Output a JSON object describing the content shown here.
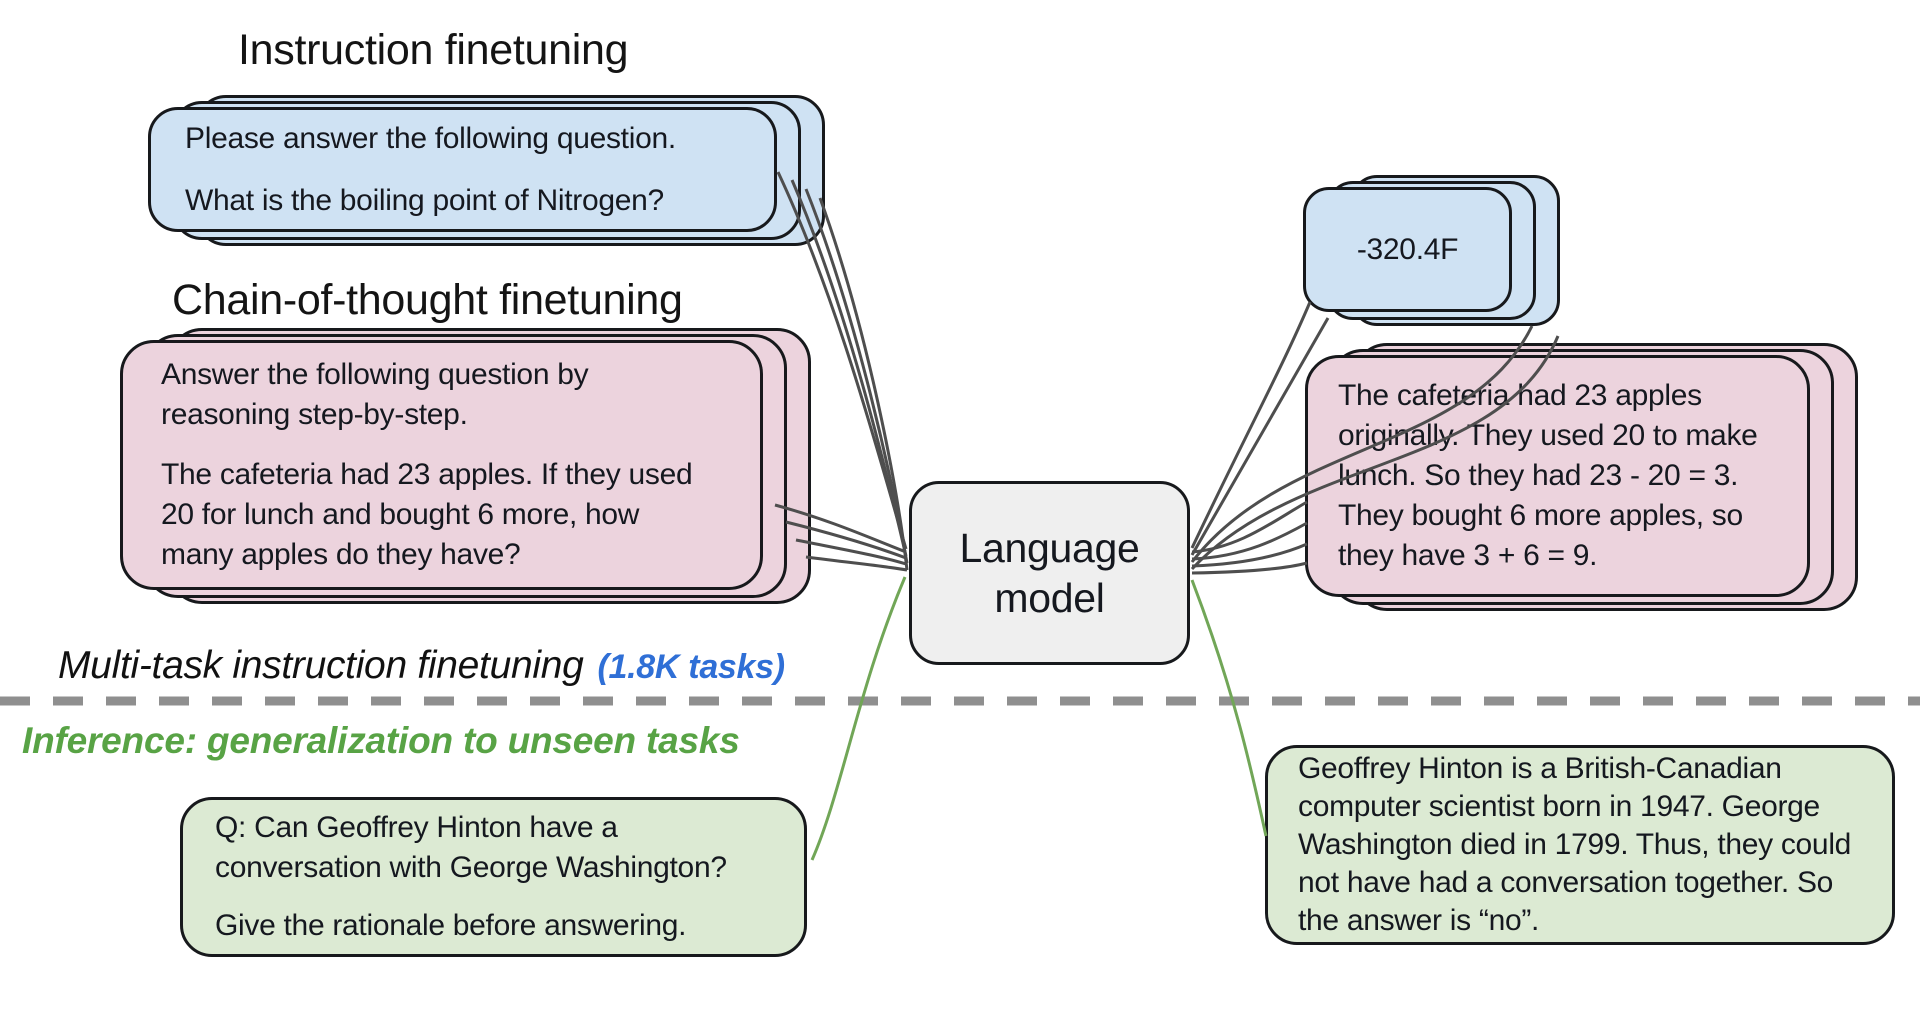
{
  "palette": {
    "blue_card": "#cfe2f3",
    "pink_card": "#ecd3dd",
    "green_card": "#dcead3",
    "model_box_fill": "#efefef",
    "outline": "#17191c",
    "connector_gray": "#4e4e4e",
    "connector_green": "#71a657",
    "accent_blue": "#2f6fd6",
    "accent_green": "#58a345",
    "dash_gray": "#8f8f8f"
  },
  "headings": {
    "instruction": "Instruction finetuning",
    "chain_of_thought": "Chain-of-thought finetuning",
    "multitask": "Multi-task instruction finetuning",
    "tasks_count": "(1.8K tasks)",
    "inference": "Inference: generalization to unseen tasks"
  },
  "model": {
    "lines": [
      "Language",
      "model"
    ]
  },
  "cards": {
    "instruction_input": {
      "paragraphs": [
        "Please answer the following question.",
        "What is the boiling point of Nitrogen?"
      ]
    },
    "cot_input": {
      "paragraphs": [
        "Answer the following question by reasoning step-by-step.",
        "The cafeteria had 23 apples. If they used 20 for lunch and bought 6 more, how many apples do they have?"
      ]
    },
    "inference_input": {
      "paragraphs": [
        "Q: Can Geoffrey Hinton have a conversation with George Washington?",
        "Give the rationale before answering."
      ]
    },
    "instruction_output": {
      "paragraphs": [
        "-320.4F"
      ]
    },
    "cot_output": {
      "paragraphs": [
        "The cafeteria had 23 apples originally. They used 20 to make lunch. So they had 23 - 20 = 3. They bought 6 more apples, so they have 3 + 6 = 9."
      ]
    },
    "inference_output": {
      "paragraphs": [
        "Geoffrey Hinton is a British-Canadian computer scientist born in 1947. George Washington died in 1799. Thus, they could not have had a conversation together. So the answer is “no”."
      ]
    }
  }
}
